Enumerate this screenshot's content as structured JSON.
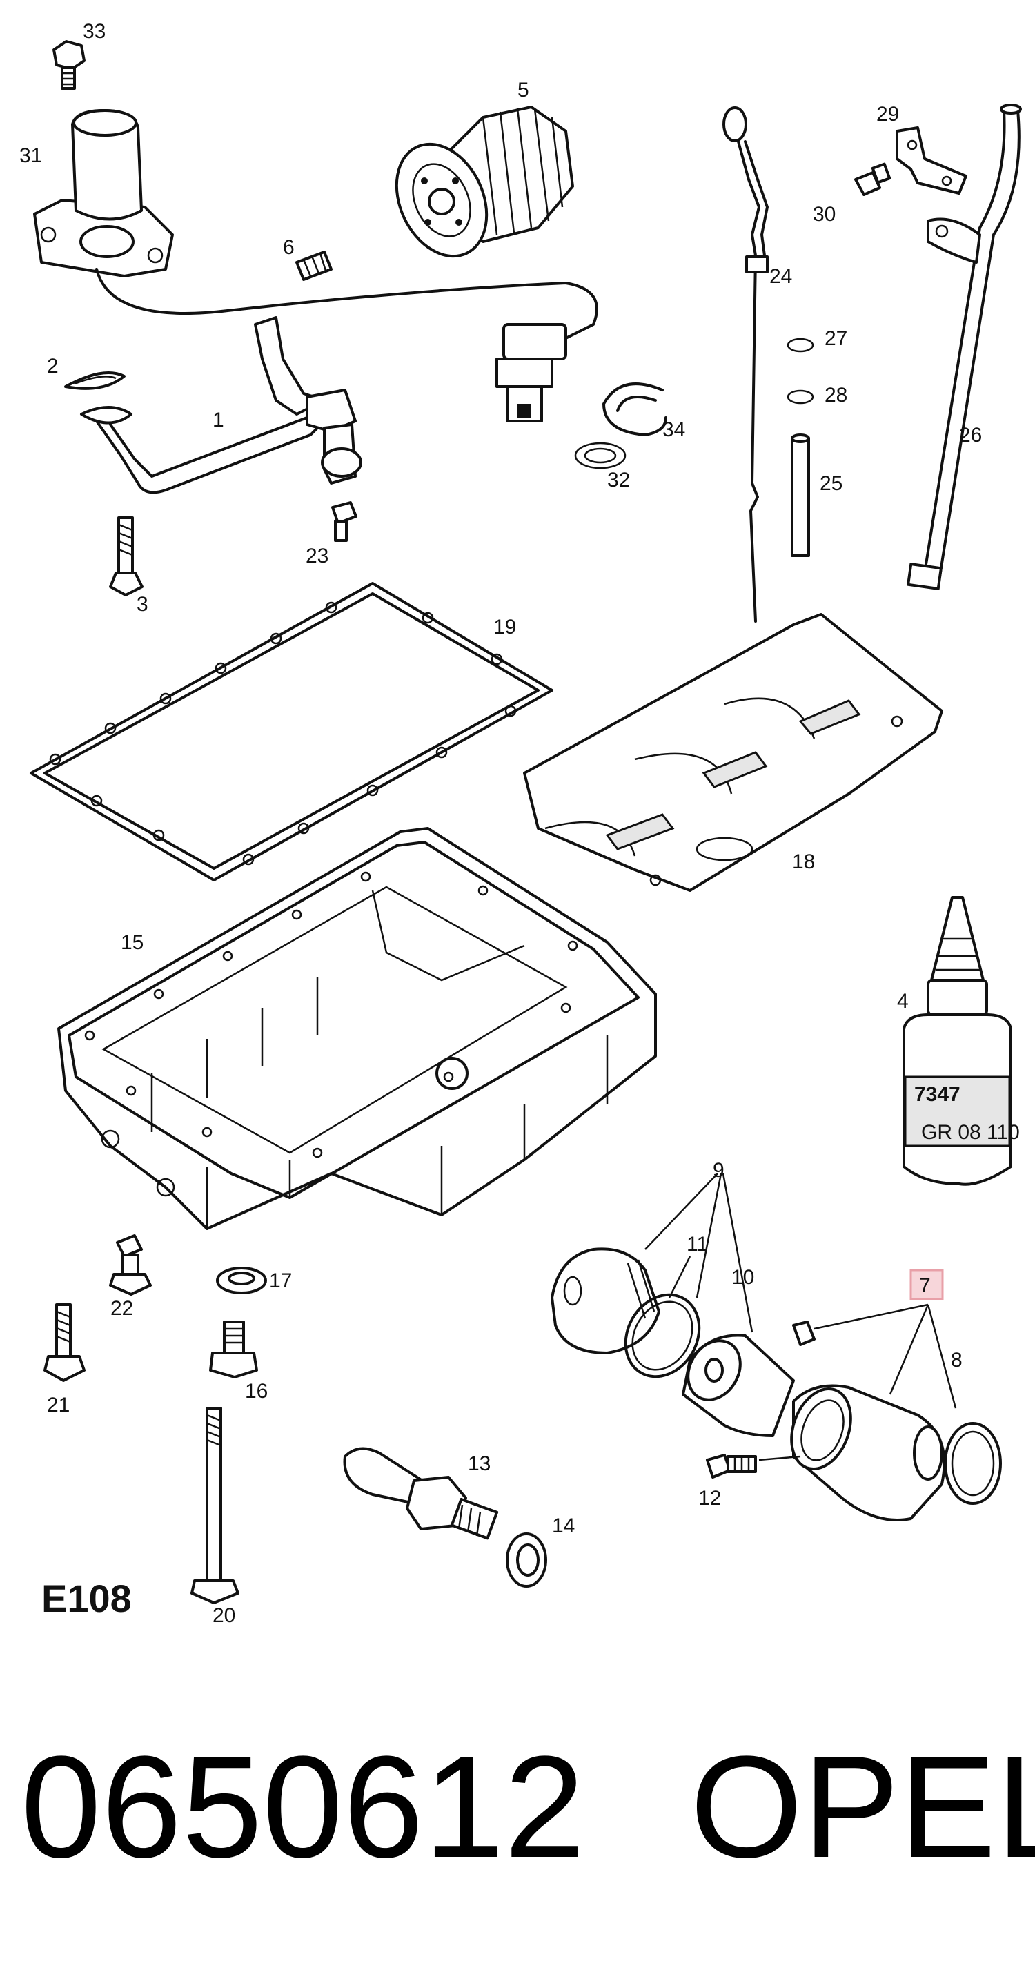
{
  "figure_code": "E108",
  "part_number": "0650612",
  "brand": "OPEL",
  "highlighted_callout": "7",
  "highlight_color": "#e8a0a8",
  "callouts": [
    "1",
    "2",
    "3",
    "4",
    "5",
    "6",
    "7",
    "8",
    "9",
    "10",
    "11",
    "12",
    "13",
    "14",
    "15",
    "16",
    "17",
    "18",
    "19",
    "20",
    "21",
    "22",
    "23",
    "24",
    "25",
    "26",
    "27",
    "28",
    "29",
    "30",
    "31",
    "32",
    "33",
    "34"
  ],
  "bottle_label": {
    "line1": "7347",
    "line2": "GR 08 110"
  }
}
